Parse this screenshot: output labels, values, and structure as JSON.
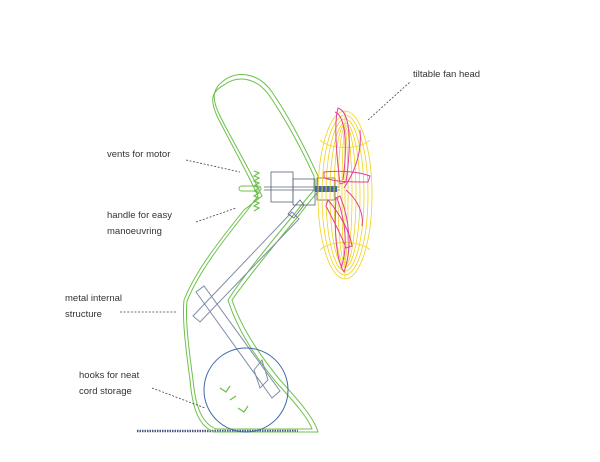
{
  "annotations": {
    "fan_head": {
      "lines": [
        "tiltable fan head"
      ]
    },
    "vents": {
      "lines": [
        "vents for motor"
      ]
    },
    "handle": {
      "lines": [
        "handle for easy",
        "manoeuvring"
      ]
    },
    "metal": {
      "lines": [
        "metal internal",
        "structure"
      ]
    },
    "hooks": {
      "lines": [
        "hooks for neat",
        "cord storage"
      ]
    }
  },
  "colors": {
    "body_outline": "#6cc04a",
    "fan_guard": "#f2d21c",
    "fan_blades": "#e0409a",
    "metal_structure": "#7e8ea8",
    "wheel": "#3f68a8",
    "motor": "#5a6478",
    "leader_line": "#444444",
    "floor_cord": "#4a5a86"
  }
}
